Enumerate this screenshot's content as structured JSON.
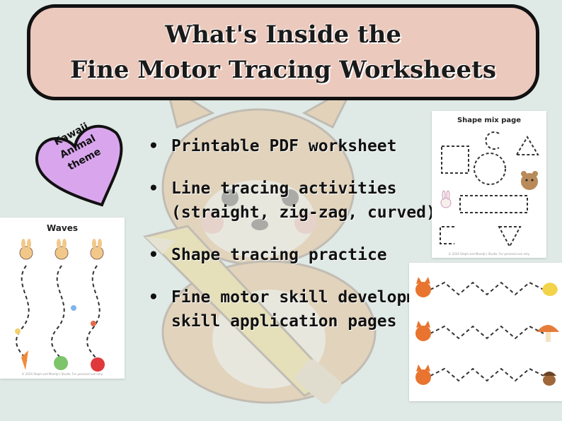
{
  "banner": {
    "title_line1": "What's Inside the",
    "title_line2": "Fine Motor Tracing Worksheets"
  },
  "heart_badge": {
    "line1": "Kawaii",
    "line2": "Animal",
    "line3": "theme",
    "color": "#d9a6ee"
  },
  "features": [
    {
      "lines": [
        "Printable PDF worksheet"
      ]
    },
    {
      "lines": [
        "Line tracing activities",
        "(straight, zig-zag, curved)"
      ]
    },
    {
      "lines": [
        "Shape tracing practice"
      ]
    },
    {
      "lines": [
        "Fine motor skill development",
        "skill application pages"
      ]
    }
  ],
  "bullet": "•",
  "cards": {
    "waves": {
      "title": "Waves",
      "footer": "© 2024 Steph and Mandy's Studio. For personal use only."
    },
    "shape_mix": {
      "title": "Shape mix page",
      "footer": "© 2024 Steph and Mandy's Studio. For personal use only."
    },
    "zigzag": {}
  },
  "colors": {
    "background": "#dfe9e6",
    "banner": "#ecc9bd",
    "border": "#111111"
  }
}
